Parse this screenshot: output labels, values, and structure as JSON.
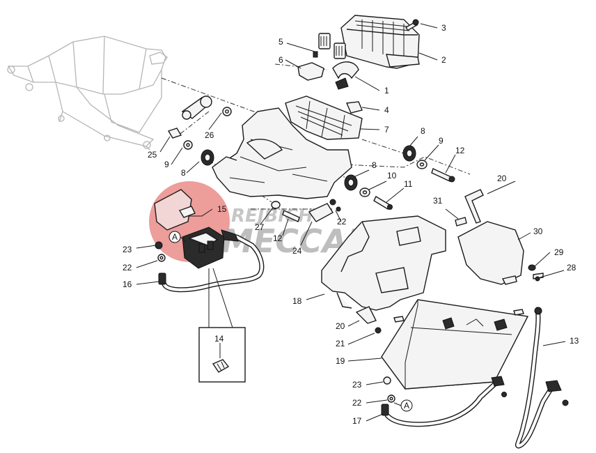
{
  "diagram": {
    "callouts": [
      {
        "id": "c1",
        "label": "1"
      },
      {
        "id": "c2",
        "label": "2"
      },
      {
        "id": "c3",
        "label": "3"
      },
      {
        "id": "c4",
        "label": "4"
      },
      {
        "id": "c5",
        "label": "5"
      },
      {
        "id": "c6",
        "label": "6"
      },
      {
        "id": "c7",
        "label": "7"
      },
      {
        "id": "c8a",
        "label": "8"
      },
      {
        "id": "c8b",
        "label": "8"
      },
      {
        "id": "c8c",
        "label": "8"
      },
      {
        "id": "c9a",
        "label": "9"
      },
      {
        "id": "c9b",
        "label": "9"
      },
      {
        "id": "c10",
        "label": "10"
      },
      {
        "id": "c11",
        "label": "11"
      },
      {
        "id": "c12a",
        "label": "12"
      },
      {
        "id": "c12b",
        "label": "12"
      },
      {
        "id": "c13",
        "label": "13"
      },
      {
        "id": "c14",
        "label": "14"
      },
      {
        "id": "c15",
        "label": "15"
      },
      {
        "id": "c16",
        "label": "16"
      },
      {
        "id": "c17",
        "label": "17"
      },
      {
        "id": "c18",
        "label": "18"
      },
      {
        "id": "c19",
        "label": "19"
      },
      {
        "id": "c20a",
        "label": "20"
      },
      {
        "id": "c20b",
        "label": "20"
      },
      {
        "id": "c21",
        "label": "21"
      },
      {
        "id": "c22a",
        "label": "22"
      },
      {
        "id": "c22b",
        "label": "22"
      },
      {
        "id": "c22c",
        "label": "22"
      },
      {
        "id": "c23a",
        "label": "23"
      },
      {
        "id": "c23b",
        "label": "23"
      },
      {
        "id": "c24",
        "label": "24"
      },
      {
        "id": "c25",
        "label": "25"
      },
      {
        "id": "c26",
        "label": "26"
      },
      {
        "id": "c27",
        "label": "27"
      },
      {
        "id": "c28",
        "label": "28"
      },
      {
        "id": "c29",
        "label": "29"
      },
      {
        "id": "c30",
        "label": "30"
      },
      {
        "id": "c31",
        "label": "31"
      }
    ],
    "connector_marks": [
      {
        "id": "ca1",
        "label": "A"
      },
      {
        "id": "ca2",
        "label": "A"
      }
    ]
  },
  "watermark": {
    "line1": "REJBICH",
    "line2": "MECCANICA",
    "colors": {
      "circle": "#e8827d",
      "text": "#b9b9b9"
    }
  }
}
